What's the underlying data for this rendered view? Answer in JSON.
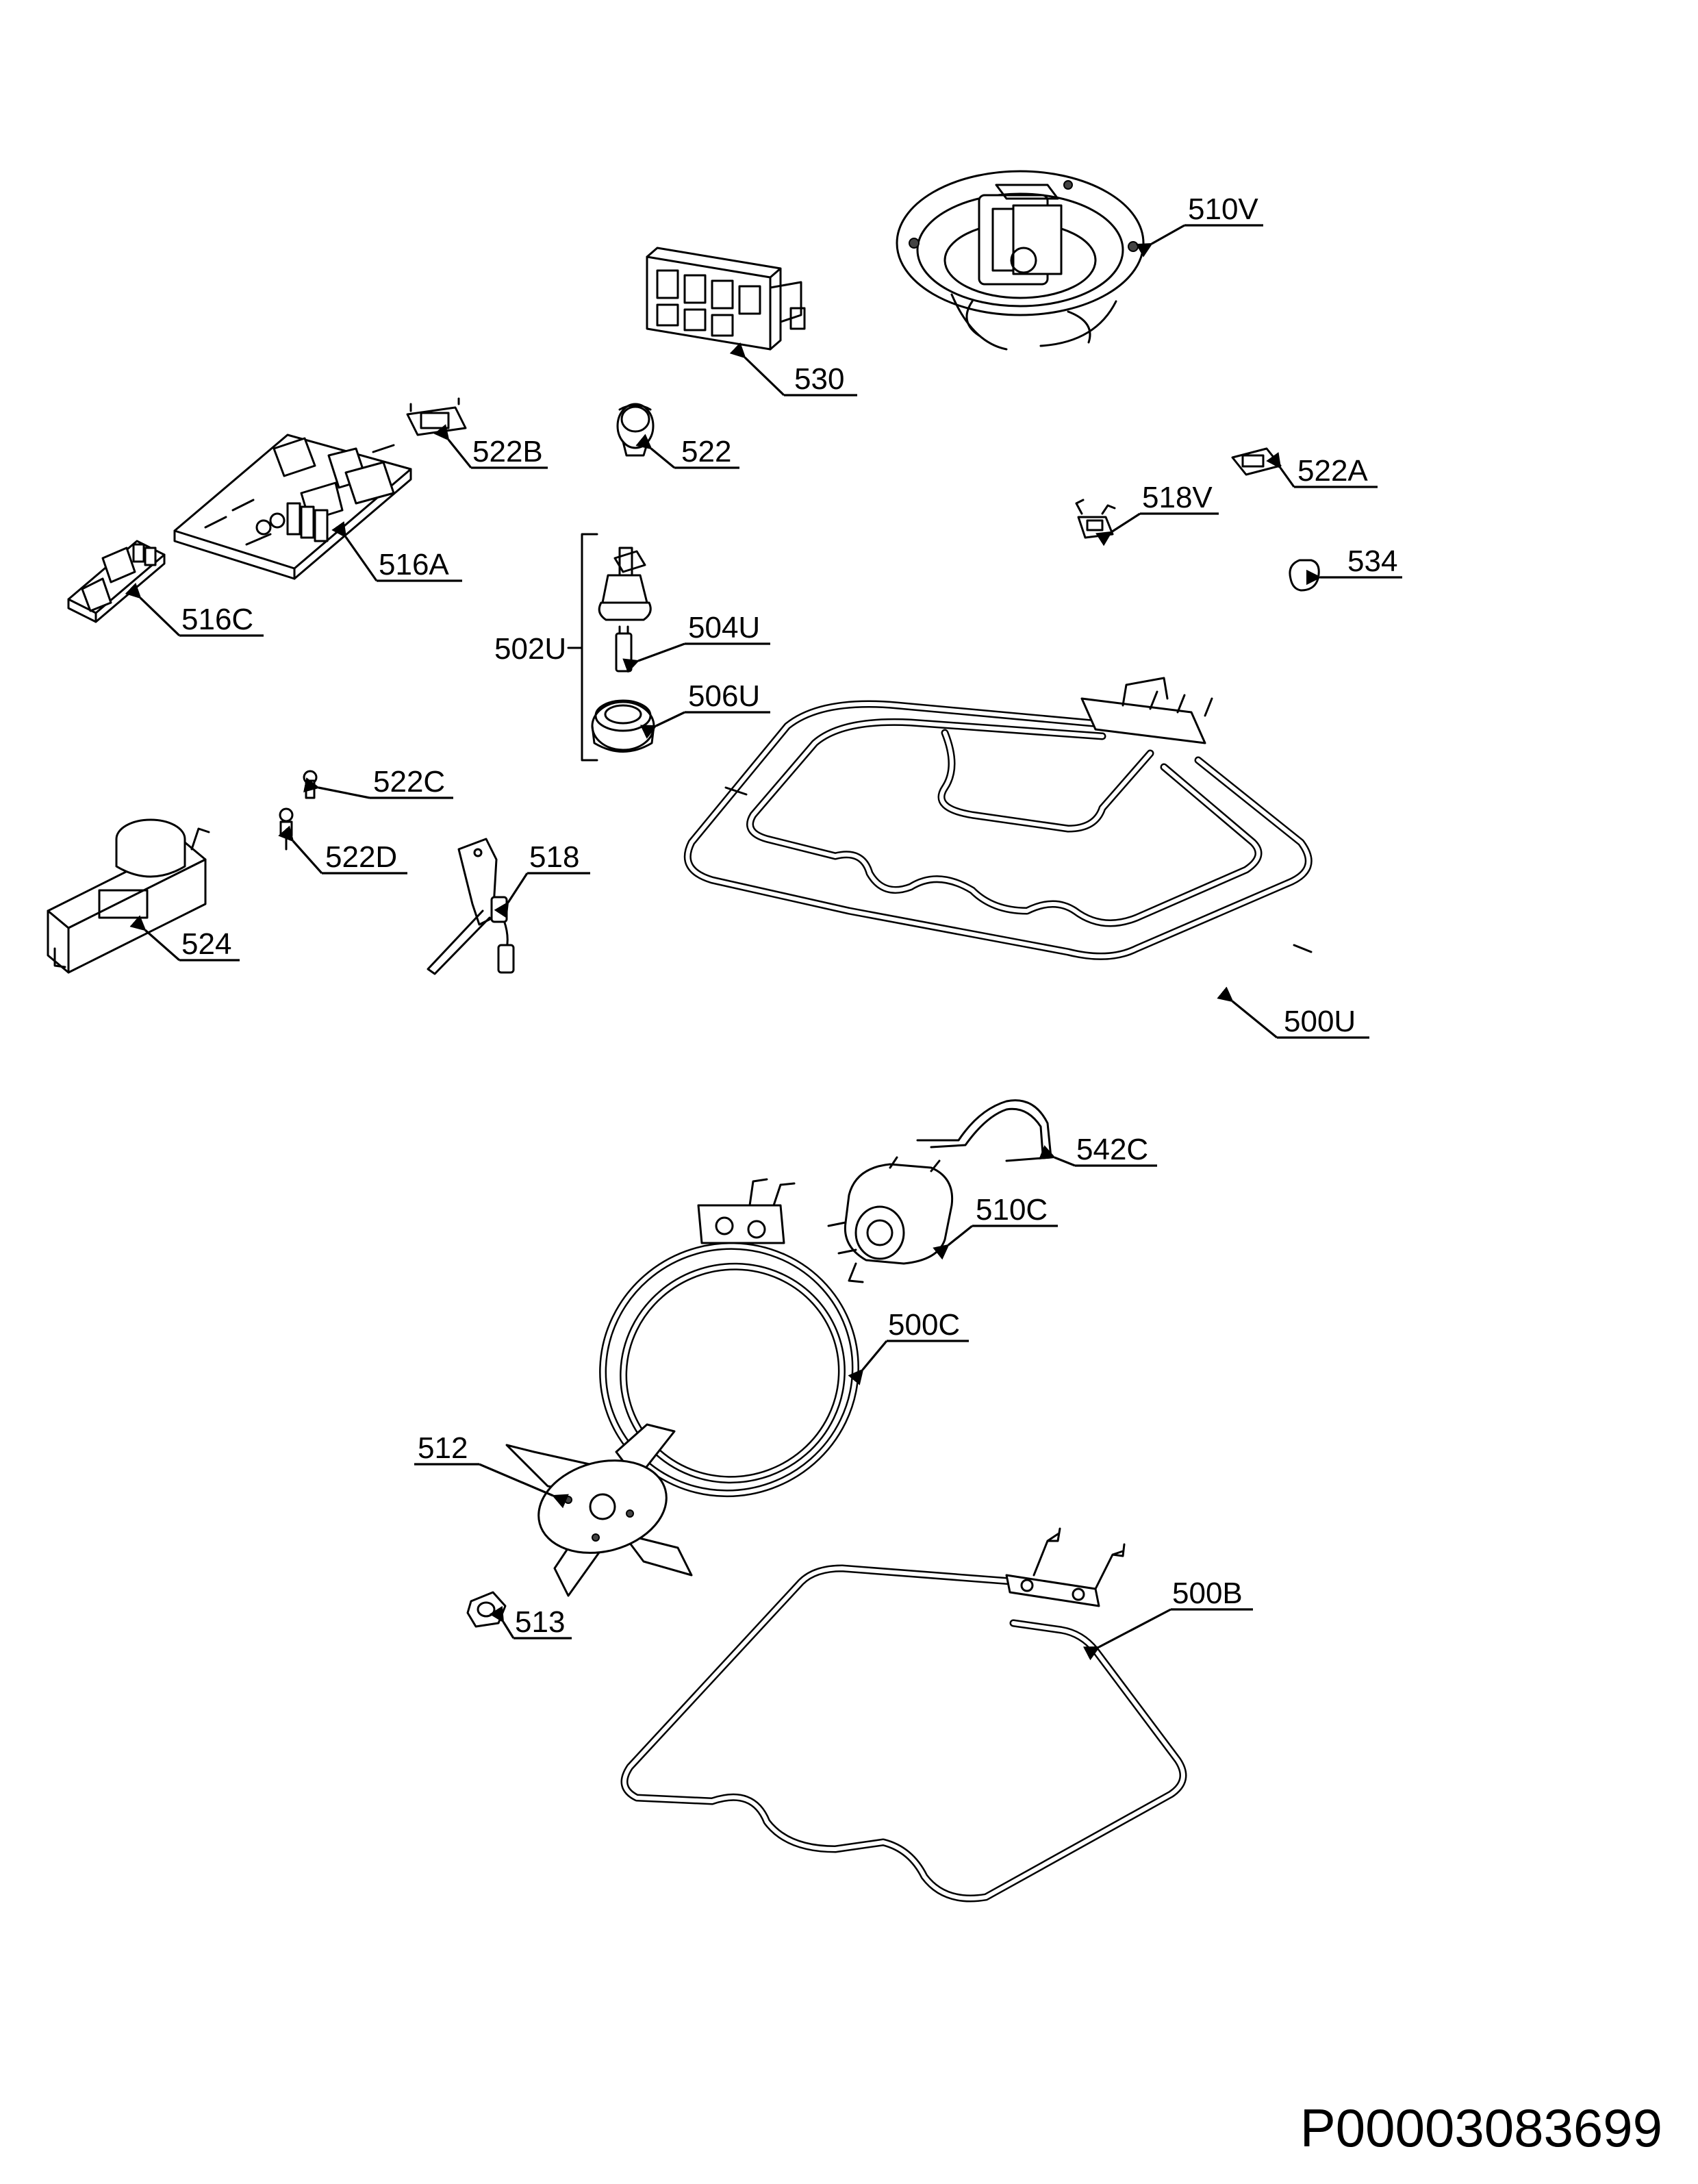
{
  "document_id": "P00003083699",
  "callouts": {
    "c510V": "510V",
    "c530": "530",
    "c522B": "522B",
    "c522": "522",
    "c522A": "522A",
    "c518V": "518V",
    "c534": "534",
    "c516A": "516A",
    "c516C": "516C",
    "c502U": "502U",
    "c504U": "504U",
    "c506U": "506U",
    "c522C": "522C",
    "c522D": "522D",
    "c518": "518",
    "c524": "524",
    "c500U": "500U",
    "c542C": "542C",
    "c510C": "510C",
    "c500C": "500C",
    "c512": "512",
    "c513": "513",
    "c500B": "500B"
  }
}
